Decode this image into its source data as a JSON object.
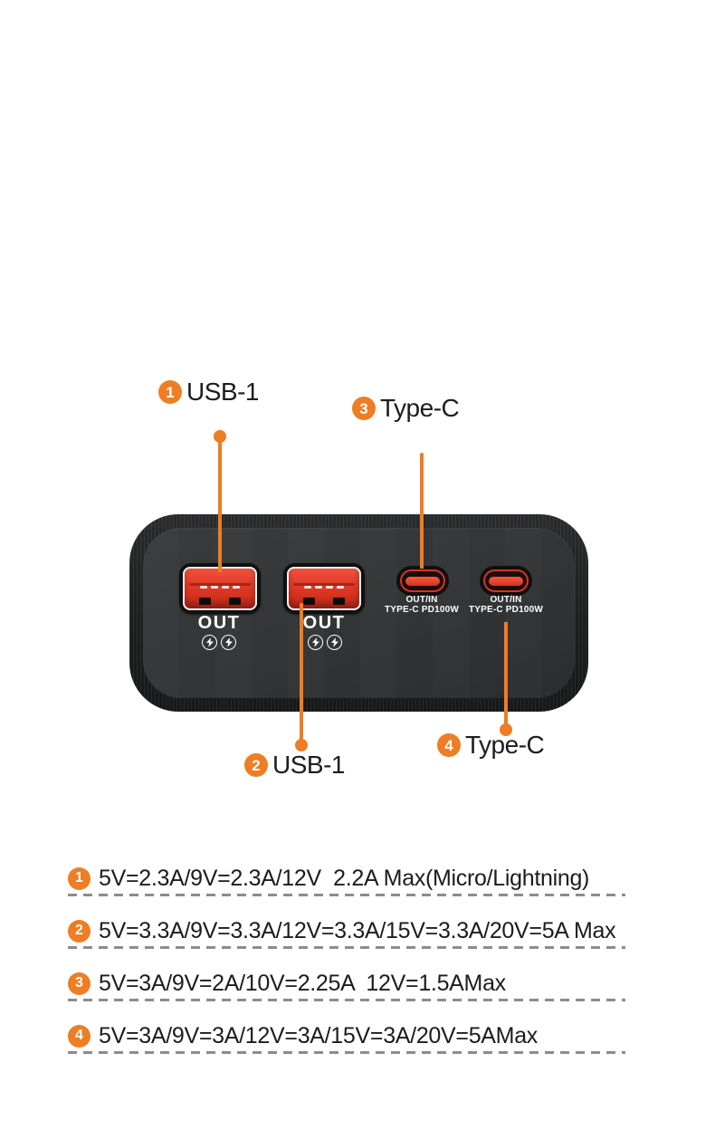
{
  "colors": {
    "accent_orange": "#EE7D23",
    "port_red": "#E03A28",
    "device_body": "#1D1E20",
    "device_face": "#323436",
    "label_text": "#1D1D1D",
    "dash_gray": "#8C8C8C",
    "device_print": "#FFFFFF"
  },
  "icons": {
    "fast_charge": "lightning-bolt-in-circle"
  },
  "callouts": [
    {
      "num": "1",
      "label": "USB-1"
    },
    {
      "num": "3",
      "label": "Type-C"
    },
    {
      "num": "2",
      "label": "USB-1"
    },
    {
      "num": "4",
      "label": "Type-C"
    }
  ],
  "device": {
    "usb_ports": [
      {
        "label": "OUT"
      },
      {
        "label": "OUT"
      }
    ],
    "typec_ports": [
      {
        "line1": "OUT/IN",
        "line2": "TYPE-C PD100W"
      },
      {
        "line1": "OUT/IN",
        "line2": "TYPE-C PD100W"
      }
    ]
  },
  "specs": [
    {
      "num": "1",
      "text": "5V=2.3A/9V=2.3A/12V  2.2A Max(Micro/Lightning)"
    },
    {
      "num": "2",
      "text": "5V=3.3A/9V=3.3A/12V=3.3A/15V=3.3A/20V=5A Max"
    },
    {
      "num": "3",
      "text": "5V=3A/9V=2A/10V=2.25A  12V=1.5AMax"
    },
    {
      "num": "4",
      "text": "5V=3A/9V=3A/12V=3A/15V=3A/20V=5AMax"
    }
  ]
}
